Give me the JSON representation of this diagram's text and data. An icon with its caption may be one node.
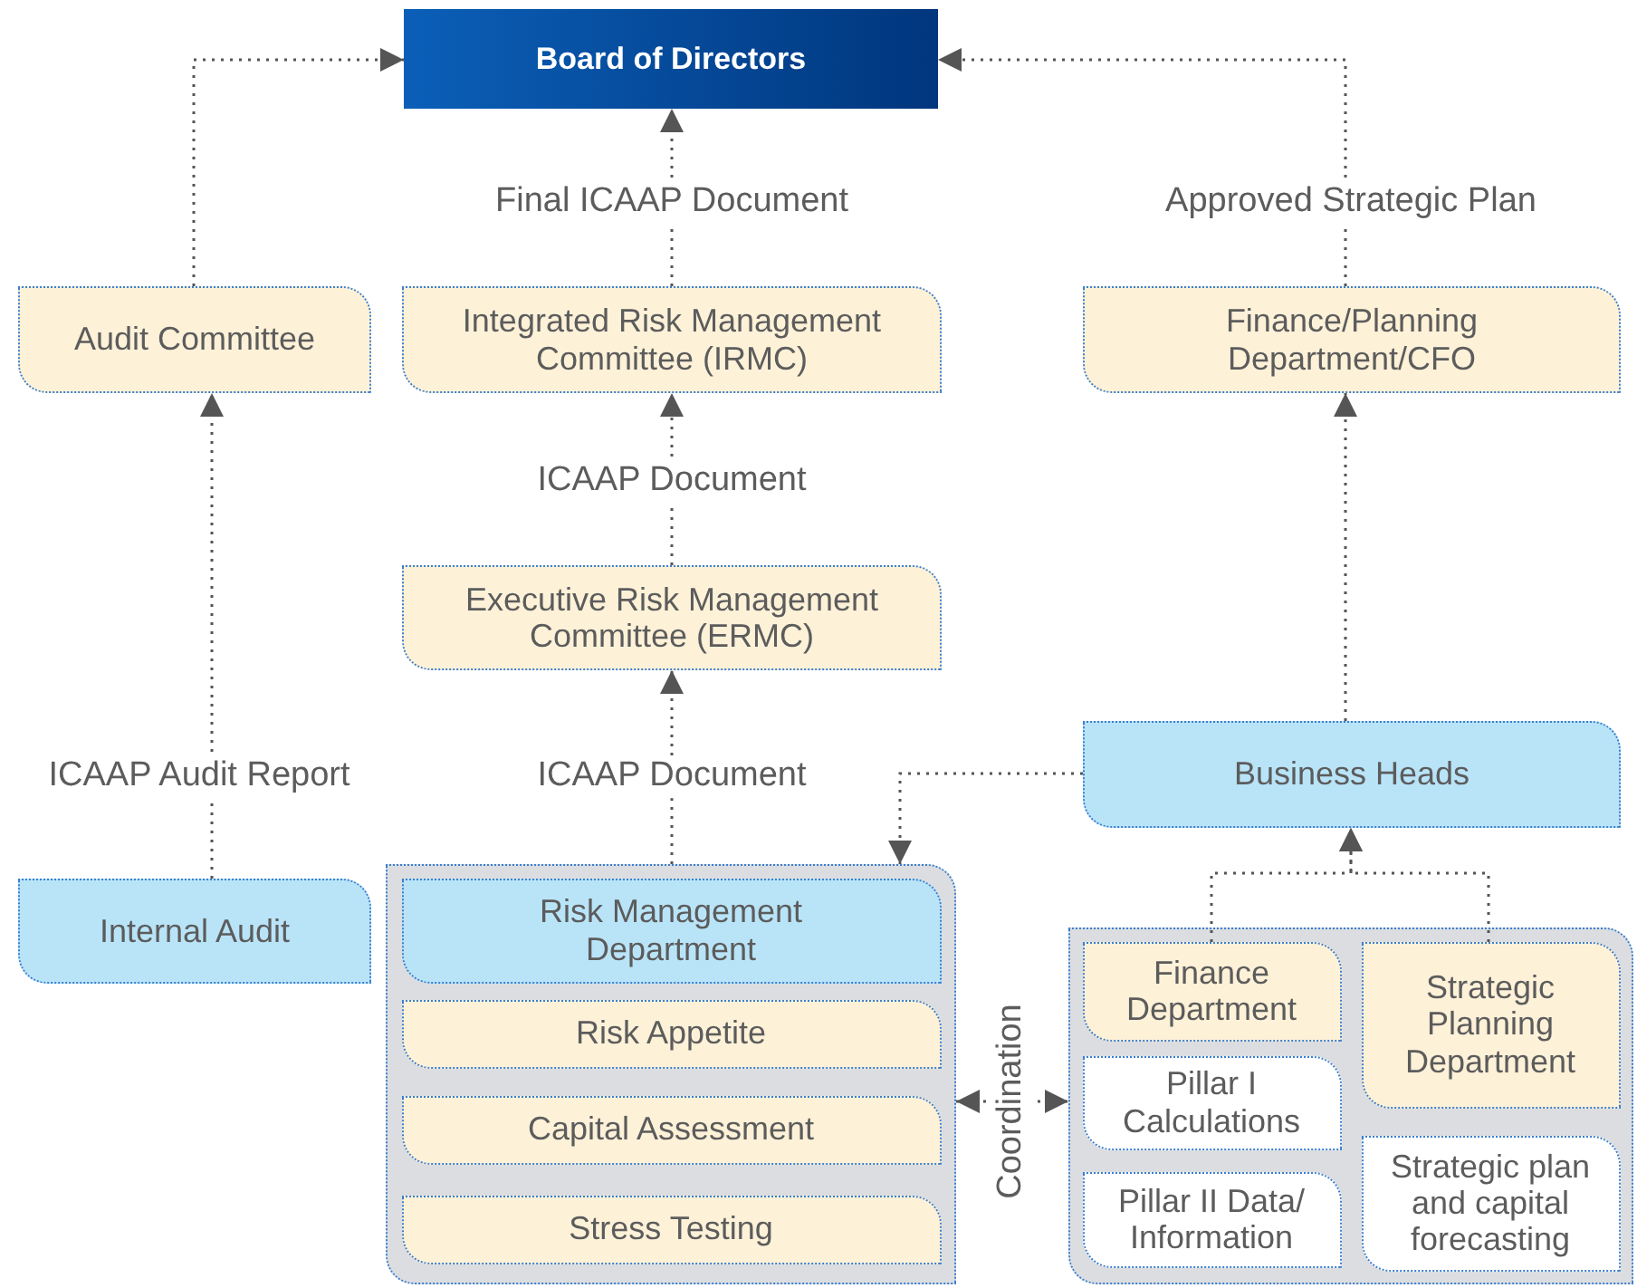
{
  "diagram": {
    "nodes": [
      {
        "text": [
          "Board of Directors"
        ]
      },
      {
        "text": [
          "Audit Committee"
        ]
      },
      {
        "text": [
          "Integrated Risk Management Committee (IRMC)"
        ]
      },
      {
        "text": [
          "Finance/Planning Department/CFO"
        ]
      },
      {
        "text": [
          "Executive Risk Management Committee (ERMC)"
        ]
      },
      {
        "text": [
          "Business Heads"
        ]
      },
      {
        "text": [
          "Internal Audit"
        ]
      },
      {
        "text": [],
        "shape": "box"
      },
      {
        "text": [
          "Risk Management Department"
        ],
        "in": 7
      },
      {
        "text": [
          "Risk Appetite"
        ],
        "in": 7
      },
      {
        "text": [
          "Capital Assessment"
        ],
        "in": 7
      },
      {
        "text": [
          "Stress Testing"
        ],
        "in": 7
      },
      {
        "text": [],
        "shape": "box"
      },
      {
        "text": [
          "Finance Department"
        ],
        "in": 12
      },
      {
        "text": [
          "Strategic Planning Department"
        ],
        "in": 12
      },
      {
        "text": [
          "Pillar I Calculations"
        ],
        "in": 12
      },
      {
        "text": [
          "Strategic plan and capital forecasting"
        ],
        "in": 12
      },
      {
        "text": [
          "Pillar II Data/ Information"
        ],
        "in": 12
      }
    ],
    "edges": [
      {
        "from": 1,
        "to": 0,
        "arrow": "to",
        "style": "dashed"
      },
      {
        "from": 2,
        "to": 0,
        "arrow": "to",
        "label": "Final ICAAP Document",
        "style": "dashed"
      },
      {
        "from": 3,
        "to": 0,
        "arrow": "to",
        "label": "Approved Strategic Plan",
        "style": "dashed"
      },
      {
        "from": 4,
        "to": 2,
        "arrow": "to",
        "label": "ICAAP Document",
        "style": "dashed"
      },
      {
        "from": 7,
        "to": 4,
        "arrow": "to",
        "label": "ICAAP Document",
        "style": "dashed"
      },
      {
        "from": 6,
        "to": 1,
        "arrow": "to",
        "label": "ICAAP Audit Report",
        "style": "dashed"
      },
      {
        "from": 5,
        "to": 3,
        "arrow": "to",
        "style": "dashed"
      },
      {
        "from": 5,
        "to": 7,
        "arrow": "to",
        "style": "dashed"
      },
      {
        "from": 13,
        "to": 5,
        "arrow": "to",
        "style": "dashed"
      },
      {
        "from": 14,
        "to": 5,
        "arrow": "to",
        "style": "dashed"
      },
      {
        "from": 7,
        "to": 12,
        "arrow": "both",
        "label": "Coordination",
        "style": "dashed"
      }
    ]
  }
}
